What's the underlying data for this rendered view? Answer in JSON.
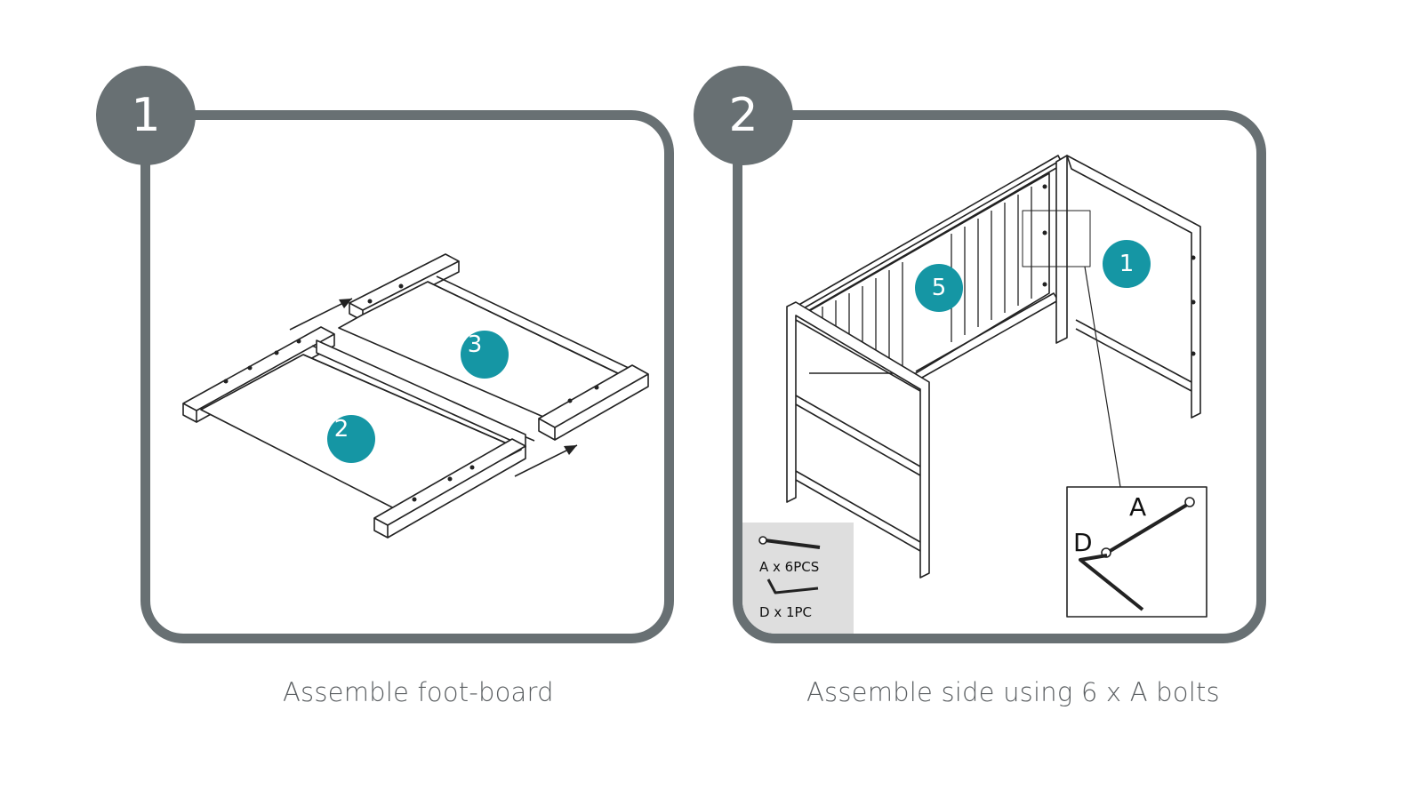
{
  "steps": [
    {
      "number": "1",
      "caption": "Assemble foot-board",
      "part_markers": [
        "2",
        "3"
      ]
    },
    {
      "number": "2",
      "caption": "Assemble side using 6 x A bolts",
      "part_markers": [
        "5",
        "1"
      ],
      "parts_box": {
        "bolt": "A x 6PCS",
        "key": "D x 1PC"
      },
      "detail_labels": {
        "bolt": "A",
        "key": "D"
      }
    }
  ],
  "colors": {
    "frame": "#687073",
    "marker": "#1596a4",
    "parts_box": "#dedede",
    "line": "#222222"
  },
  "icons": [
    "arrow-icon",
    "bolt-icon",
    "hex-key-icon"
  ]
}
